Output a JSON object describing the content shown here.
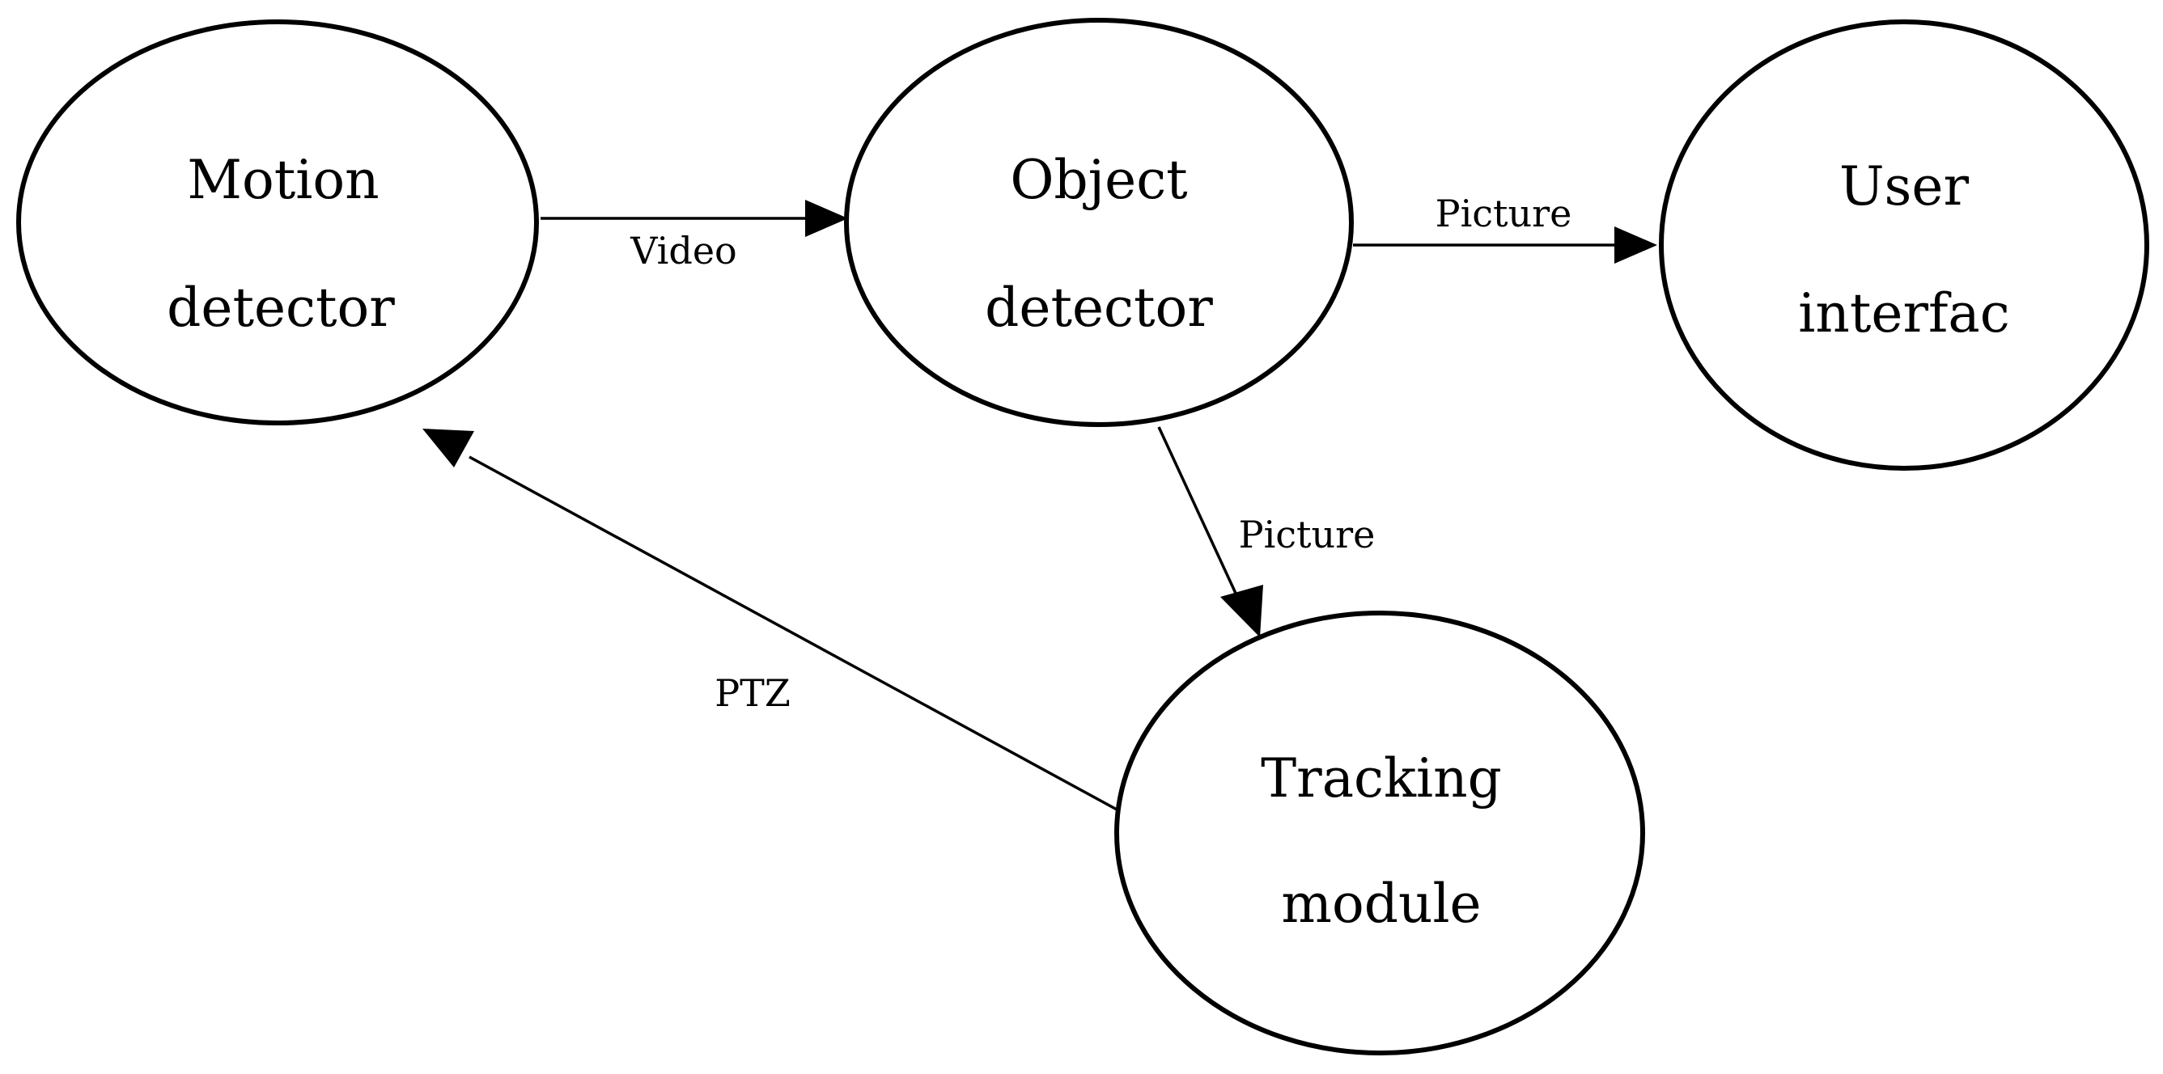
{
  "diagram": {
    "nodes": {
      "motion_detector": {
        "line1": "Motion",
        "line2": "detector"
      },
      "object_detector": {
        "line1": "Object",
        "line2": "detector"
      },
      "user_interface": {
        "line1": "User",
        "line2": "interfac"
      },
      "tracking_module": {
        "line1": "Tracking",
        "line2": "module"
      }
    },
    "edges": {
      "motion_to_object": {
        "from": "motion_detector",
        "to": "object_detector",
        "label": "Video"
      },
      "object_to_user": {
        "from": "object_detector",
        "to": "user_interface",
        "label": "Picture"
      },
      "object_to_tracking": {
        "from": "object_detector",
        "to": "tracking_module",
        "label": "Picture"
      },
      "tracking_to_motion": {
        "from": "tracking_module",
        "to": "motion_detector",
        "label": "PTZ"
      }
    },
    "colors": {
      "stroke": "#000000",
      "background": "#ffffff"
    }
  }
}
